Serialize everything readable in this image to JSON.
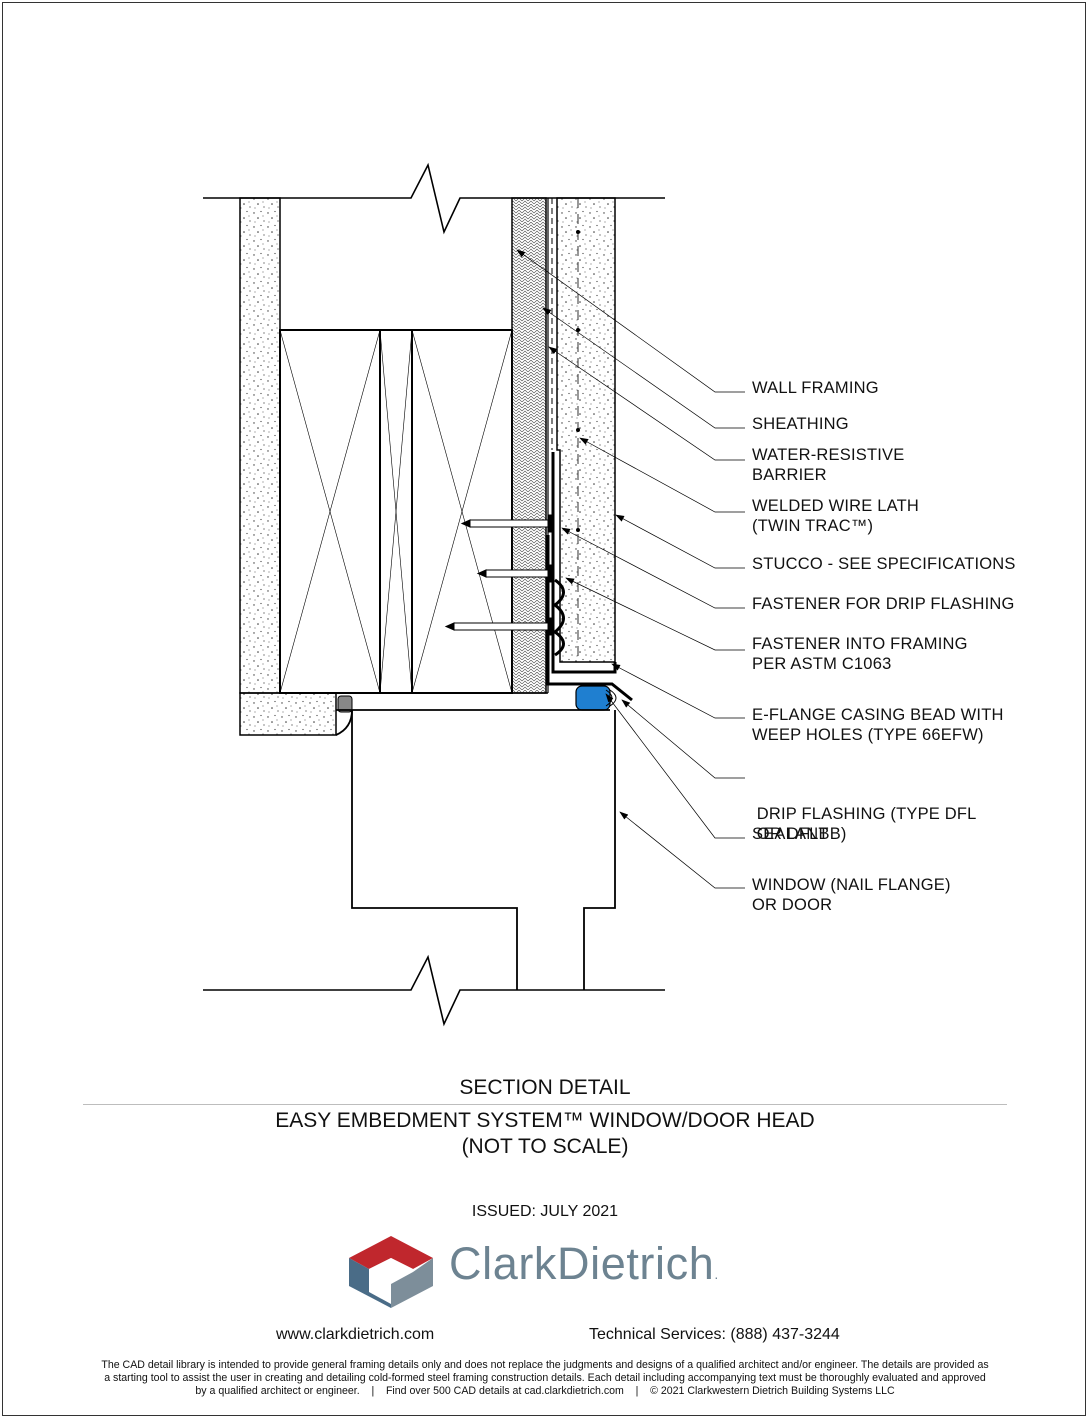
{
  "callouts": [
    {
      "id": "wall-framing",
      "lines": [
        "WALL FRAMING"
      ]
    },
    {
      "id": "sheathing",
      "lines": [
        "SHEATHING"
      ]
    },
    {
      "id": "water-resistive-barrier",
      "lines": [
        "WATER-RESISTIVE",
        "BARRIER"
      ]
    },
    {
      "id": "welded-wire-lath",
      "lines": [
        "WELDED WIRE LATH",
        "(TWIN TRAC™)"
      ]
    },
    {
      "id": "stucco",
      "lines": [
        "STUCCO - SEE SPECIFICATIONS"
      ]
    },
    {
      "id": "fastener-drip-flashing",
      "lines": [
        "FASTENER FOR DRIP FLASHING"
      ]
    },
    {
      "id": "fastener-into-framing",
      "lines": [
        "FASTENER INTO FRAMING",
        "PER ASTM C1063"
      ]
    },
    {
      "id": "casing-bead",
      "lines": [
        "E-FLANGE CASING BEAD WITH",
        "WEEP HOLES (TYPE 66EFW)"
      ]
    },
    {
      "id": "drip-flashing",
      "lines": [
        " DRIP FLASHING (TYPE DFL",
        " OR DFLBB)"
      ]
    },
    {
      "id": "sealant",
      "lines": [
        "SEALANT"
      ]
    },
    {
      "id": "window",
      "lines": [
        "WINDOW (NAIL FLANGE)",
        "OR DOOR"
      ]
    }
  ],
  "section_title": "SECTION DETAIL",
  "detail_title": [
    "EASY EMBEDMENT SYSTEM™ WINDOW/DOOR HEAD",
    "(NOT TO SCALE)"
  ],
  "issued": "ISSUED: JULY 2021",
  "logo": {
    "text": "ClarkDietrich",
    "trademark": ".",
    "colors": {
      "red": "#c0272d",
      "blue": "#4a6c87",
      "gray": "#6d8391"
    }
  },
  "website": "www.clarkdietrich.com",
  "tech_services": "Technical Services: (888) 437-3244",
  "disclaimer": [
    "The CAD detail library is intended to provide general framing details only and does not replace the judgments and designs of a qualified architect and/or engineer. The details are provided as",
    "a starting tool to assist the user in creating and detailing cold-formed steel framing construction details. Each detail including accompanying text must be thoroughly evaluated and approved",
    "by a qualified architect or engineer.    |    Find over 500 CAD details at cad.clarkdietrich.com    |    © 2021 Clarkwestern Dietrich Building Systems LLC"
  ],
  "colors": {
    "sealant": "#1f7fd0",
    "line": "#000000",
    "fill": "#ffffff"
  }
}
